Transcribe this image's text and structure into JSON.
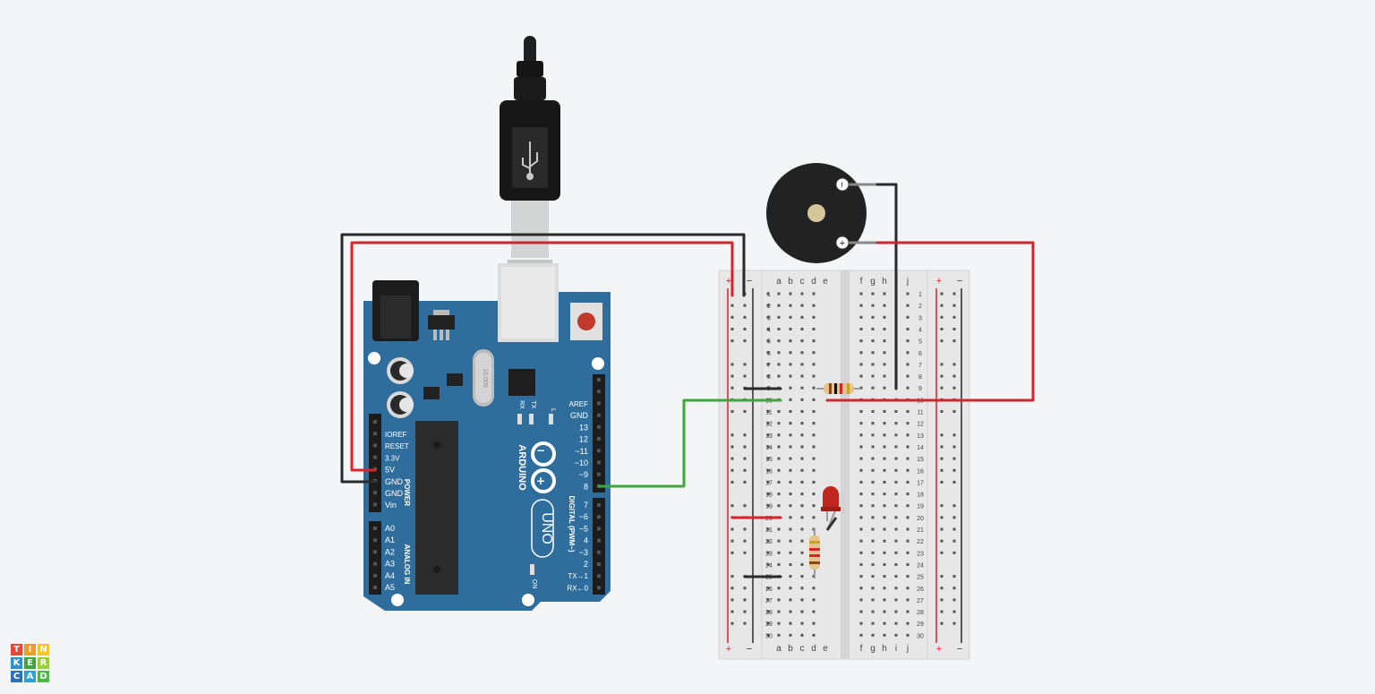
{
  "arduino": {
    "brand": "ARDUINO",
    "model": "UNO",
    "crystal": "16.000",
    "leds": {
      "rx": "RX",
      "tx": "TX",
      "l": "L",
      "on": "ON"
    },
    "power_header": [
      "IOREF",
      "RESET",
      "3.3V",
      "5V",
      "GND",
      "GND",
      "Vin"
    ],
    "power_title": "POWER",
    "analog_header": [
      "A0",
      "A1",
      "A2",
      "A3",
      "A4",
      "A5"
    ],
    "analog_title": "ANALOG IN",
    "digital_top": [
      "AREF",
      "GND",
      "13",
      "12",
      "~11",
      "~10",
      "~9",
      "8"
    ],
    "digital_bottom": [
      "7",
      "~6",
      "~5",
      "4",
      "~3",
      "2",
      "TX→1",
      "RX←0"
    ],
    "digital_title": "DIGITAL (PWM~)"
  },
  "breadboard": {
    "cols_left": [
      "a",
      "b",
      "c",
      "d",
      "e"
    ],
    "cols_right": [
      "f",
      "g",
      "h",
      "i",
      "j"
    ],
    "rail_plus": "+",
    "rail_minus": "−",
    "row_count": 30
  },
  "buzzer": {
    "minus_label": "−",
    "plus_label": "+"
  },
  "logo": {
    "letters": [
      "T",
      "I",
      "N",
      "K",
      "E",
      "R",
      "C",
      "A",
      "D"
    ]
  },
  "colors": {
    "background": "#f3f5f7",
    "board_blue": "#2f6e9c",
    "wire_red": "#d8232a",
    "wire_black": "#2a2a2a",
    "wire_green": "#3aaa35",
    "led_red": "#c0281f",
    "logo_tiles": [
      "#e8463a",
      "#f39c2b",
      "#f3c623",
      "#2f8fd6",
      "#3aaa35",
      "#9bcf3a",
      "#2f6fb5",
      "#28a2d8",
      "#4fb54a"
    ]
  }
}
